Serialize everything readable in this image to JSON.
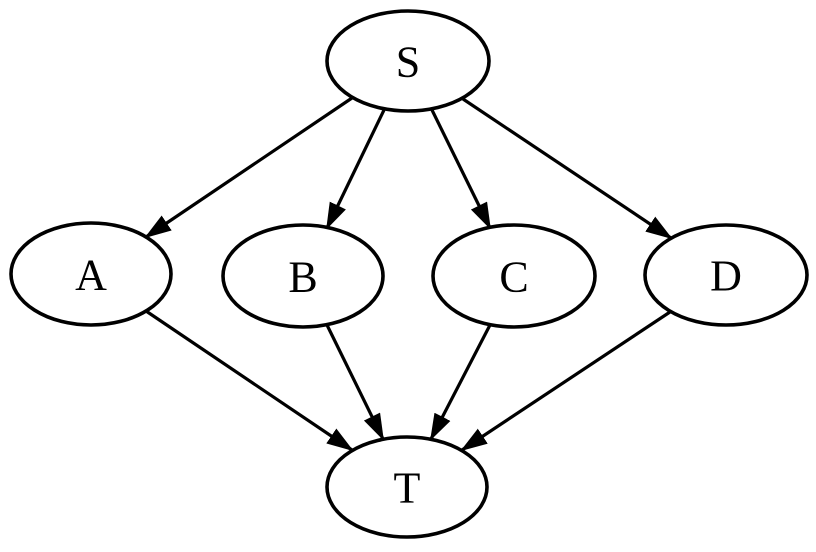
{
  "diagram": {
    "type": "directed-graph",
    "background_color": "#ffffff",
    "node_fill_color": "#ffffff",
    "stroke_color": "#000000",
    "nodes": [
      {
        "id": "S",
        "label": "S"
      },
      {
        "id": "A",
        "label": "A"
      },
      {
        "id": "B",
        "label": "B"
      },
      {
        "id": "C",
        "label": "C"
      },
      {
        "id": "D",
        "label": "D"
      },
      {
        "id": "T",
        "label": "T"
      }
    ],
    "edges": [
      {
        "from": "S",
        "to": "A"
      },
      {
        "from": "S",
        "to": "B"
      },
      {
        "from": "S",
        "to": "C"
      },
      {
        "from": "S",
        "to": "D"
      },
      {
        "from": "A",
        "to": "T"
      },
      {
        "from": "B",
        "to": "T"
      },
      {
        "from": "C",
        "to": "T"
      },
      {
        "from": "D",
        "to": "T"
      }
    ]
  }
}
